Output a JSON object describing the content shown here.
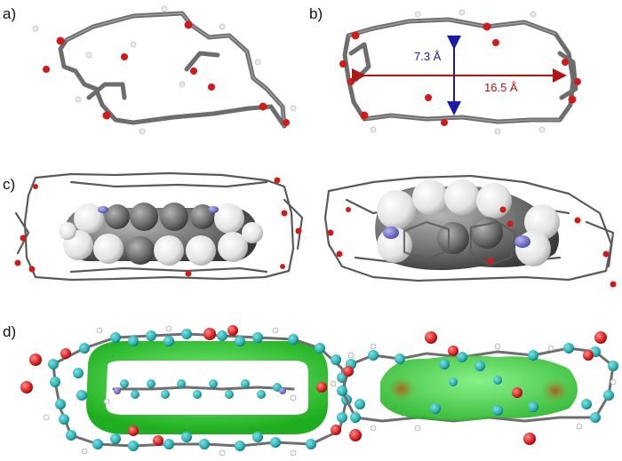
{
  "panels": {
    "a": {
      "label": "a)"
    },
    "b": {
      "label": "b)",
      "height_label": "7.3 Å",
      "width_label": "16.5 Å"
    },
    "c": {
      "label": "c)"
    },
    "d": {
      "label": "d)"
    }
  },
  "colors": {
    "carbon_stick": "#6d6d6d",
    "oxygen": "#d11a1a",
    "hydrogen": "#ececec",
    "nitrogen": "#6b6bd6",
    "carbon_ball": "#2ab0b3",
    "nci_surface": "#2fd12f",
    "height_arrow": "#1a1aa6",
    "width_arrow": "#b01515"
  }
}
